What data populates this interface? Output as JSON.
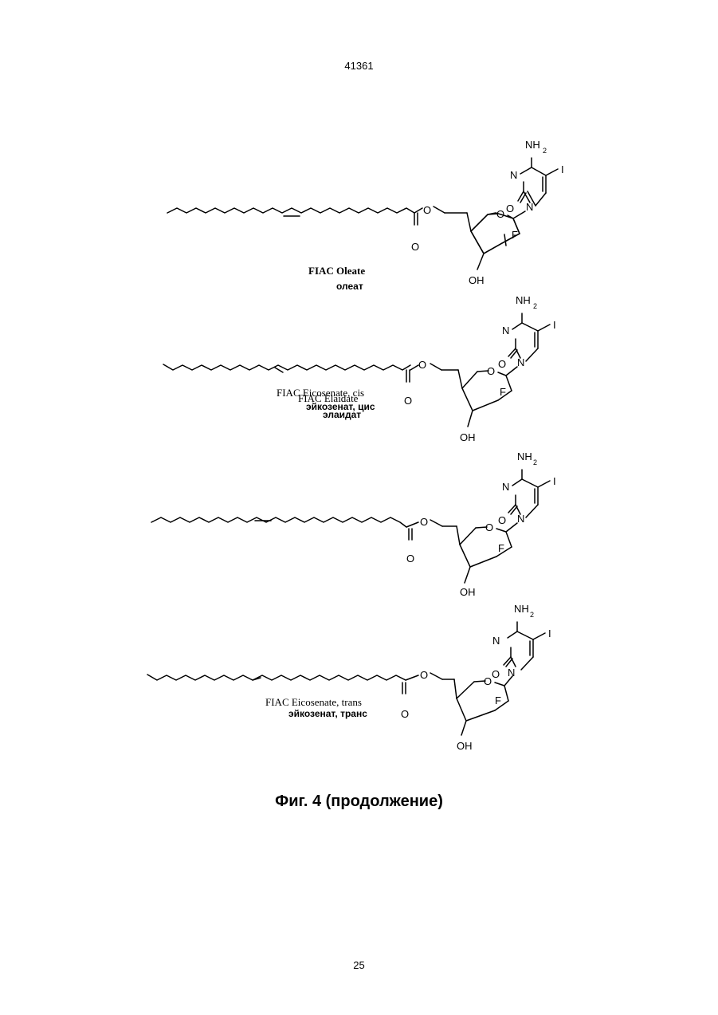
{
  "header": {
    "doc_number": "41361"
  },
  "figure": {
    "atoms": {
      "amine_n": "NH",
      "amine_sub": "2",
      "iodo": "I",
      "ring_n": "N",
      "carbonyl_o": "O",
      "ester_o": "O",
      "furanose_o": "O",
      "fluoro": "F",
      "hydroxyl": "OH"
    },
    "compounds": [
      {
        "name_en": "FIAC Oleate",
        "name_ru": "олеат",
        "double_bond": "cis"
      },
      {
        "name_en": "FIAC Elaidate",
        "name_ru": "элаидат",
        "double_bond": "trans"
      },
      {
        "name_en": "FIAC Eicosenate, cis",
        "name_ru": "эйкозенат, цис",
        "double_bond": "cis"
      },
      {
        "name_en": "FIAC Eicosenate, trans",
        "name_ru": "эйкозенат, транс",
        "double_bond": "trans"
      }
    ]
  },
  "caption": "Фиг. 4 (продолжение)",
  "footer": {
    "page_number": "25"
  }
}
